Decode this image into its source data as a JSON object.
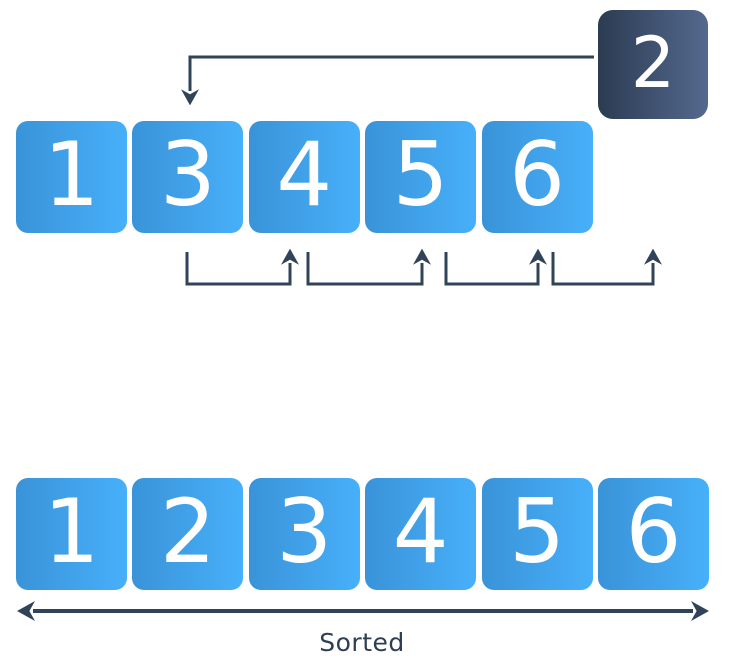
{
  "colors": {
    "cell_grad_start": "#3a93d8",
    "cell_grad_end": "#47b0fa",
    "insert_box_grad_start": "#2b3b52",
    "insert_box_grad_end": "#54698e",
    "arrow_color": "#304358",
    "digit_color": "#ffffff",
    "label_color": "#2e3e55"
  },
  "diagram": {
    "insert_value": "2",
    "top_row": {
      "cells": [
        "1",
        "3",
        "4",
        "5",
        "6"
      ]
    },
    "bottom_row": {
      "cells": [
        "1",
        "2",
        "3",
        "4",
        "5",
        "6"
      ]
    },
    "sorted_label": "Sorted"
  }
}
